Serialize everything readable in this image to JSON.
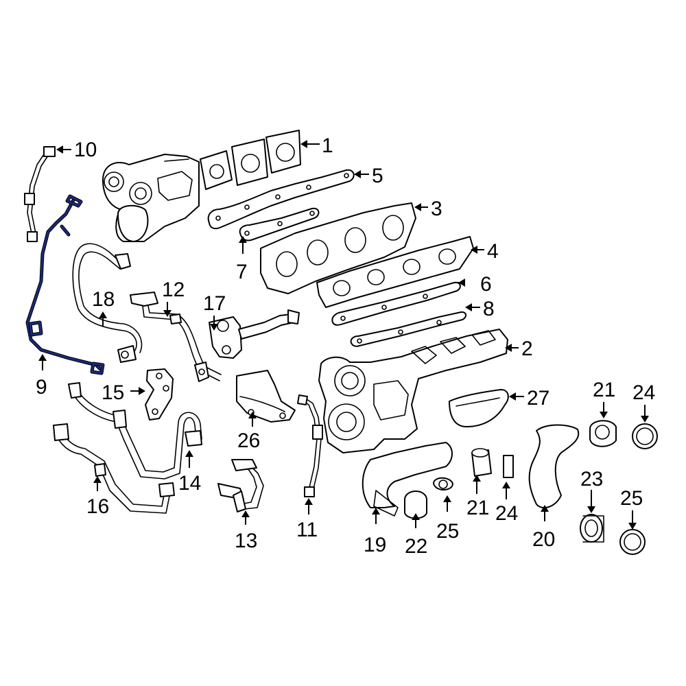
{
  "diagram": {
    "highlight_color": "#1a2a7a",
    "line_color": "#000000",
    "background_color": "#ffffff",
    "callouts": [
      "1",
      "2",
      "3",
      "4",
      "5",
      "6",
      "7",
      "8",
      "9",
      "10",
      "11",
      "12",
      "13",
      "14",
      "15",
      "16",
      "17",
      "18",
      "19",
      "20",
      "21",
      "21",
      "22",
      "23",
      "24",
      "24",
      "25",
      "25",
      "26",
      "27"
    ]
  }
}
